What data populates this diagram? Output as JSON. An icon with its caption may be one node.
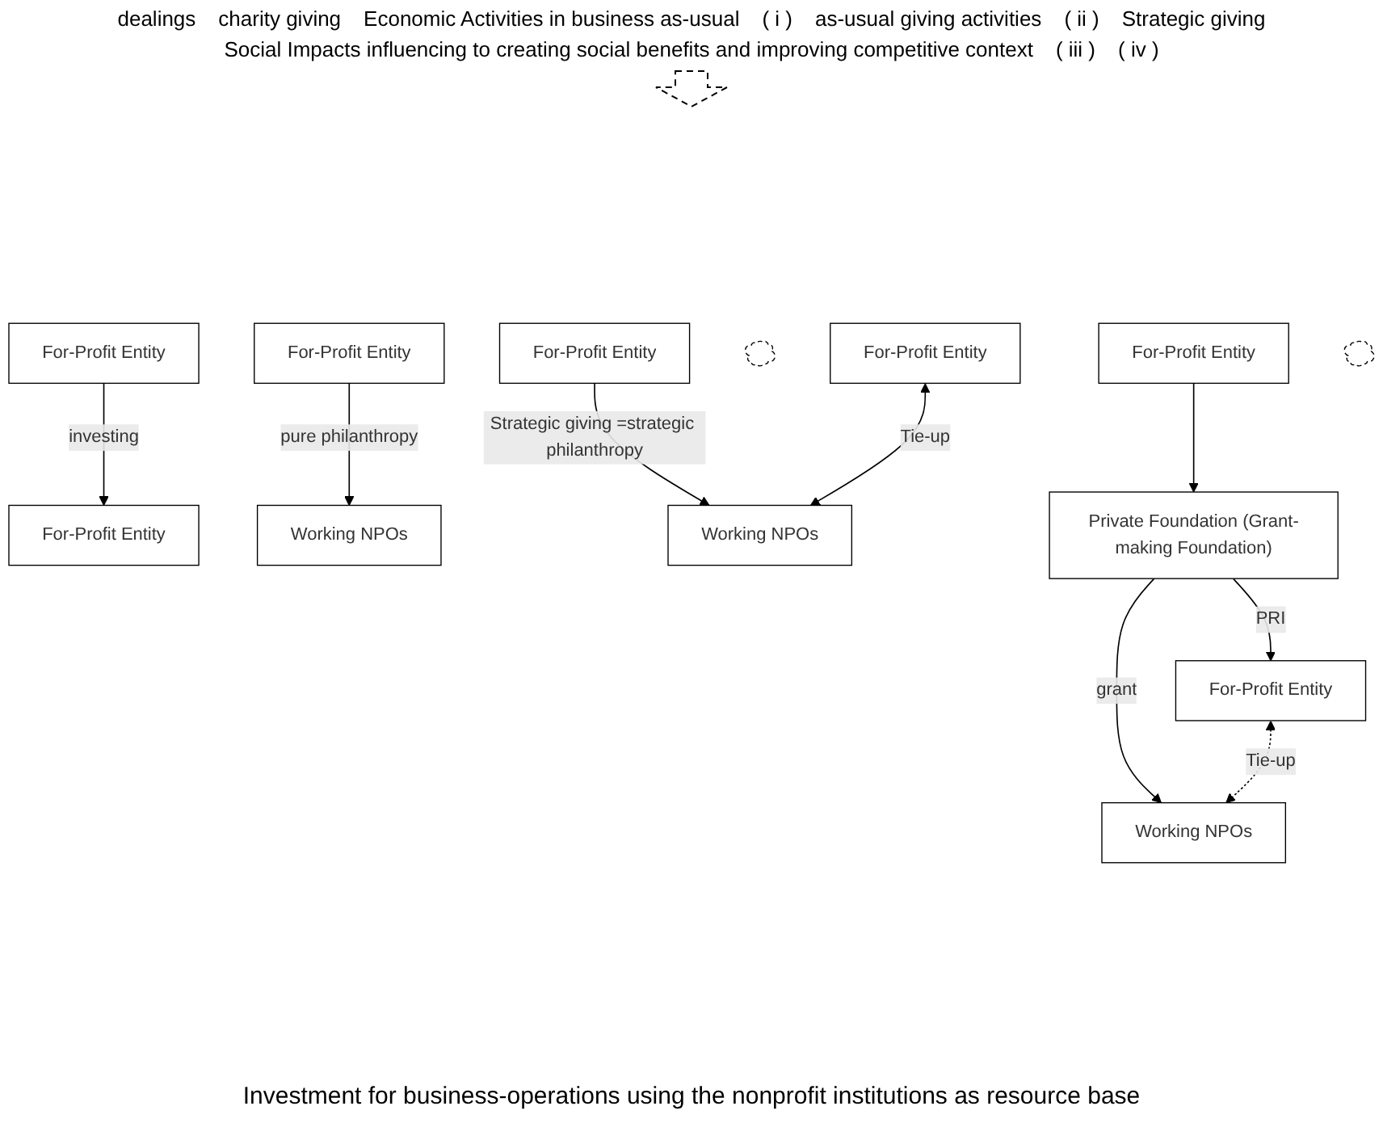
{
  "diagram": {
    "caption": "Investment for business-operations using the nonprofit institutions as resource base",
    "nodes": [
      {
        "text": [
          "For-Profit Entity"
        ]
      },
      {
        "text": [
          "For-Profit Entity"
        ]
      },
      {
        "text": [
          "For-Profit Entity"
        ]
      },
      {
        "text": [
          "Working NPOs"
        ]
      },
      {
        "text": [
          "For-Profit Entity"
        ]
      },
      {
        "text": [],
        "shape": "cloud"
      },
      {
        "text": [
          "For-Profit Entity"
        ]
      },
      {
        "text": [
          "Working NPOs"
        ]
      },
      {
        "text": [
          "For-Profit Entity"
        ]
      },
      {
        "text": [
          "Private Foundation (Grant-making Foundation)"
        ]
      },
      {
        "text": [],
        "shape": "cloud"
      },
      {
        "text": [
          "For-Profit Entity"
        ]
      },
      {
        "text": [
          "Working NPOs"
        ]
      }
    ],
    "edges": [
      {
        "from": 0,
        "to": 1,
        "arrow": "to",
        "label": "investing"
      },
      {
        "from": 2,
        "to": 3,
        "arrow": "to",
        "label": "pure philanthropy"
      },
      {
        "from": 4,
        "to": 7,
        "arrow": "to",
        "label": "Strategic giving =strategic philanthropy"
      },
      {
        "from": 6,
        "to": 7,
        "arrow": "both",
        "label": "Tie-up"
      },
      {
        "from": 8,
        "to": 9,
        "arrow": "to"
      },
      {
        "from": 9,
        "to": 11,
        "arrow": "to",
        "label": "PRI"
      },
      {
        "from": 9,
        "to": 12,
        "arrow": "to",
        "label": "grant"
      },
      {
        "from": 11,
        "to": 12,
        "arrow": "both",
        "label": "Tie-up",
        "style": "dashed"
      }
    ],
    "labels": [
      "dealings",
      "charity giving",
      "Economic Activities in business as-usual",
      "( i )",
      "as-usual giving activities",
      "( ii )",
      "Strategic giving",
      "Social Impacts influencing to creating social benefits and improving competitive context",
      "( iii )",
      "( iv )"
    ]
  }
}
